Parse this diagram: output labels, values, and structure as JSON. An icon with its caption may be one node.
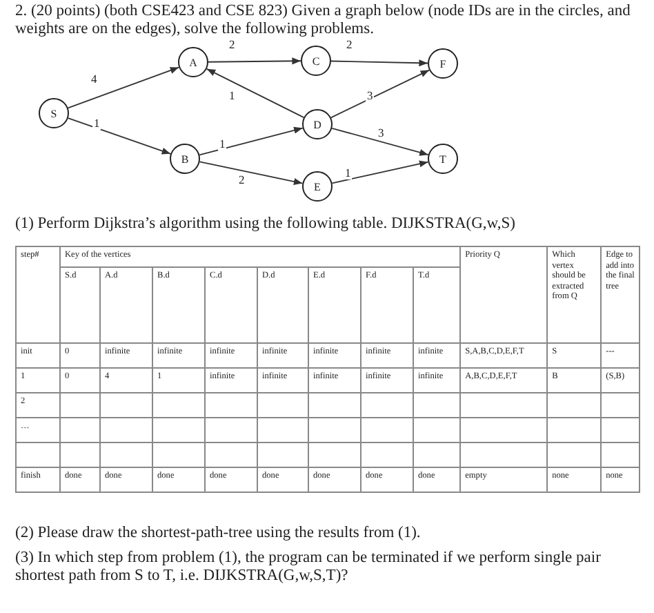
{
  "diagram": {
    "title": "2. (20 points) (both CSE423 and CSE 823) Given a graph below (node IDs are in the circles, and weights are on the edges), solve the following problems.",
    "nodes": [
      {
        "text": [
          "S"
        ]
      },
      {
        "text": [
          "A"
        ]
      },
      {
        "text": [
          "B"
        ]
      },
      {
        "text": [
          "C"
        ]
      },
      {
        "text": [
          "D"
        ]
      },
      {
        "text": [
          "E"
        ]
      },
      {
        "text": [
          "F"
        ]
      },
      {
        "text": [
          "T"
        ]
      }
    ],
    "edges": [
      {
        "from": 0,
        "to": 1,
        "arrow": "to",
        "label": "4"
      },
      {
        "from": 0,
        "to": 2,
        "arrow": "to",
        "label": "1"
      },
      {
        "from": 1,
        "to": 3,
        "arrow": "to",
        "label": "2"
      },
      {
        "from": 3,
        "to": 6,
        "arrow": "to",
        "label": "2"
      },
      {
        "from": 4,
        "to": 1,
        "arrow": "to",
        "label": "1"
      },
      {
        "from": 4,
        "to": 6,
        "arrow": "to",
        "label": "3"
      },
      {
        "from": 4,
        "to": 7,
        "arrow": "to",
        "label": "3"
      },
      {
        "from": 2,
        "to": 4,
        "arrow": "to",
        "label": "1"
      },
      {
        "from": 2,
        "to": 5,
        "arrow": "to",
        "label": "2"
      },
      {
        "from": 5,
        "to": 7,
        "arrow": "to",
        "label": "1"
      }
    ],
    "labels": [
      "(1) Perform Dijkstra’s algorithm using the following table. DIJKSTRA(G,w,S)",
      "step#",
      "Key of the vertices",
      "Priority Q",
      "Which vertex should be extracted from Q",
      "Edge to add into the final tree",
      "S.d",
      "A.d",
      "B.d",
      "C.d",
      "D.d",
      "E.d",
      "F.d",
      "T.d",
      "init",
      "0",
      "infinite",
      "infinite",
      "infinite",
      "infinite",
      "infinite",
      "infinite",
      "infinite",
      "S,A,B,C,D,E,F,T",
      "S",
      "---",
      "1",
      "0",
      "4",
      "1",
      "infinite",
      "infinite",
      "infinite",
      "infinite",
      "infinite",
      "A,B,C,D,E,F,T",
      "B",
      "(S,B)",
      "2",
      "…",
      "finish",
      "done",
      "done",
      "done",
      "done",
      "done",
      "done",
      "done",
      "done",
      "empty",
      "none",
      "none",
      "(2) Please draw the shortest-path-tree using the results from (1).",
      "(3) In which step from problem (1), the program can be terminated if we perform single pair shortest path from S to T, i.e. DIJKSTRA(G,w,S,T)?"
    ]
  }
}
